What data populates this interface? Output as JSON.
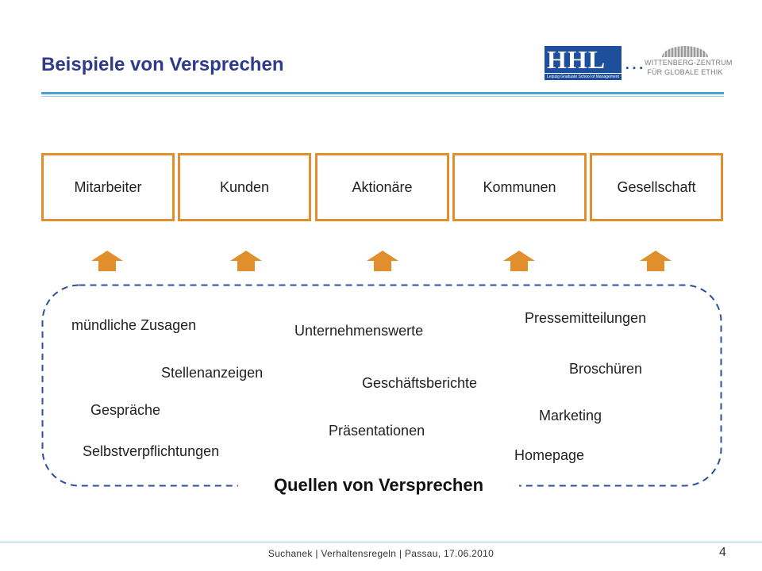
{
  "title": "Beispiele von Versprechen",
  "logo": {
    "hhl_text": "HHL",
    "hhl_dots": "…",
    "hhl_subtitle": "Leipzig Graduate School of Management",
    "wz_line1": "WITTENBERG-ZENTRUM",
    "wz_line2": "FÜR GLOBALE ETHIK"
  },
  "stakeholders": [
    "Mitarbeiter",
    "Kunden",
    "Aktionäre",
    "Kommunen",
    "Gesellschaft"
  ],
  "sources": [
    "mündliche Zusagen",
    "Unternehmenswerte",
    "Pressemitteilungen",
    "Stellenanzeigen",
    "Geschäftsberichte",
    "Broschüren",
    "Gespräche",
    "Marketing",
    "Präsentationen",
    "Selbstverpflichtungen",
    "Homepage"
  ],
  "caption": "Quellen von Versprechen",
  "footer": "Suchanek | Verhaltensregeln | Passau, 17.06.2010",
  "page_number": "4",
  "colors": {
    "title": "#2e3a8c",
    "accent_orange": "#e08f2c",
    "rule_blue": "#4a9fd8",
    "dash_blue": "#2c4e9c"
  }
}
